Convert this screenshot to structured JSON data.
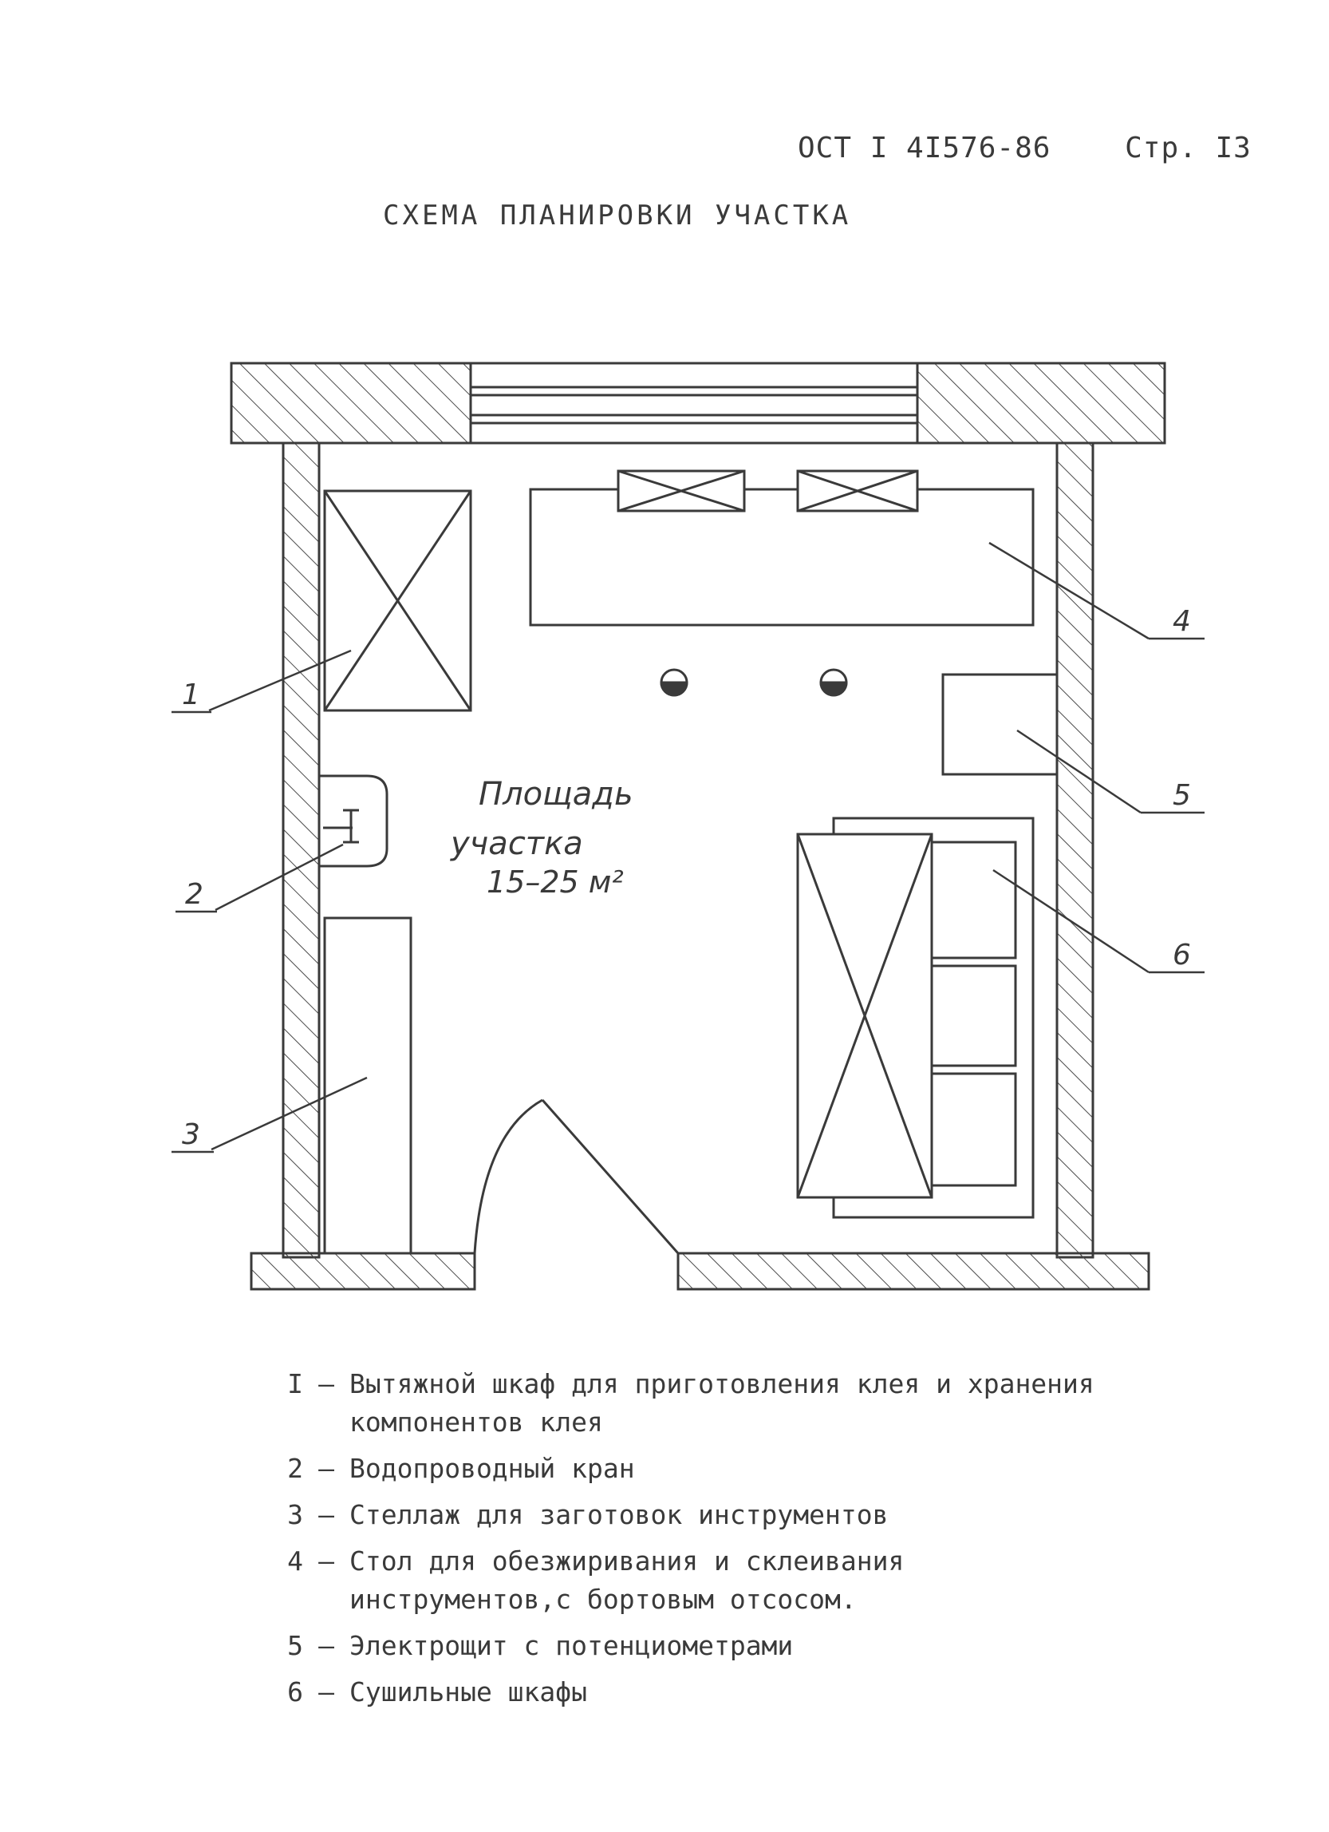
{
  "header": {
    "doc_code": "ОСТ I 4I576-86",
    "page": "Стр. I3"
  },
  "title": "СХЕМА ПЛАНИРОВКИ УЧАСТКА",
  "plan": {
    "area_label": [
      "Площадь",
      "участка",
      "15–25 м²"
    ],
    "callouts": [
      "1",
      "2",
      "3",
      "4",
      "5",
      "6"
    ]
  },
  "legend": [
    {
      "num": "I",
      "text": "Вытяжной шкаф для приготовления клея и хранения компонентов клея"
    },
    {
      "num": "2",
      "text": "Водопроводный кран"
    },
    {
      "num": "3",
      "text": "Стеллаж для заготовок инструментов"
    },
    {
      "num": "4",
      "text": "Стол для обезжиривания и склеивания инструментов,с бортовым отсосом."
    },
    {
      "num": "5",
      "text": "Электрощит с потенциометрами"
    },
    {
      "num": "6",
      "text": "Сушильные шкафы"
    }
  ]
}
